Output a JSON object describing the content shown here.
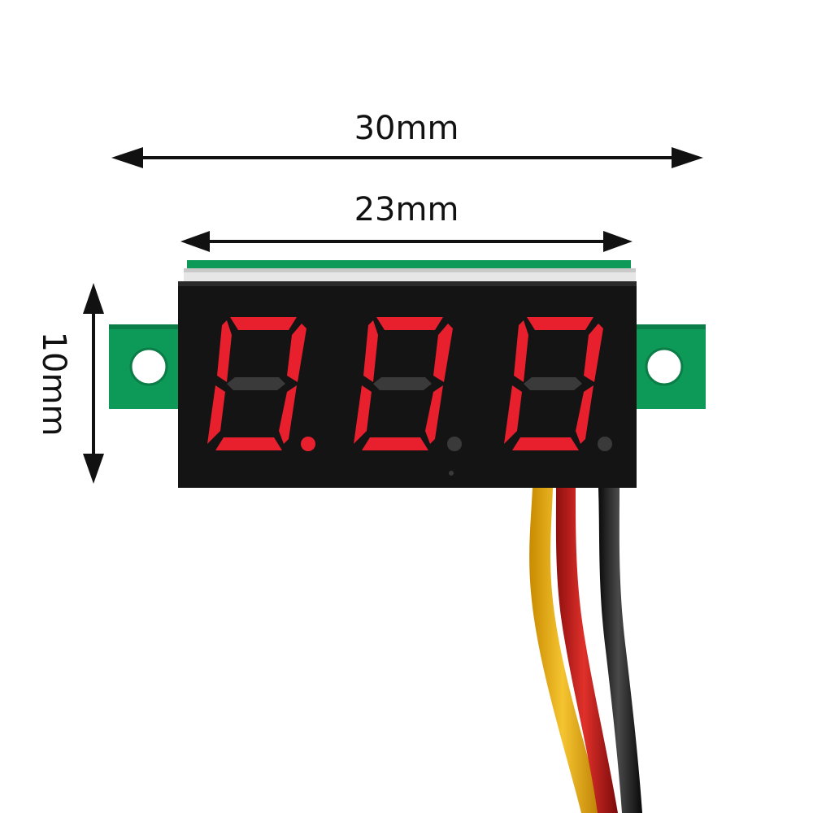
{
  "dimensions": {
    "overall_width": "30mm",
    "display_width": "23mm",
    "height": "10mm"
  },
  "display": {
    "digits": [
      "0",
      "0",
      "0"
    ],
    "decimal_point_after_digit": 1,
    "segment_on_color": "#e8202e",
    "segment_off_color": "#3a3a3a",
    "housing_color": "#141414",
    "pcb_color": "#0d9a58"
  },
  "wires": [
    "yellow",
    "red",
    "black"
  ]
}
